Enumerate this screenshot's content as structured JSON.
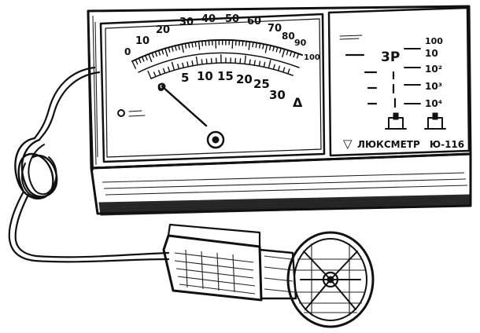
{
  "meter": {
    "upper_scale": [
      "0",
      "10",
      "20",
      "30",
      "40",
      "50",
      "60",
      "70",
      "80",
      "90",
      "100"
    ],
    "lower_scale": [
      "0",
      "5",
      "10",
      "15",
      "20",
      "25",
      "30"
    ],
    "delta_mark": "Δ"
  },
  "panel": {
    "factor_label": "3P",
    "range_labels": [
      "100",
      "10",
      "10²",
      "10³",
      "10⁴"
    ],
    "brand": "ЛЮКСМЕТР",
    "model": "Ю-116",
    "arrow_symbol": "▽"
  },
  "icons": [
    "luxmeter-body",
    "photocell-sensor",
    "sensor-cable",
    "range-button"
  ]
}
